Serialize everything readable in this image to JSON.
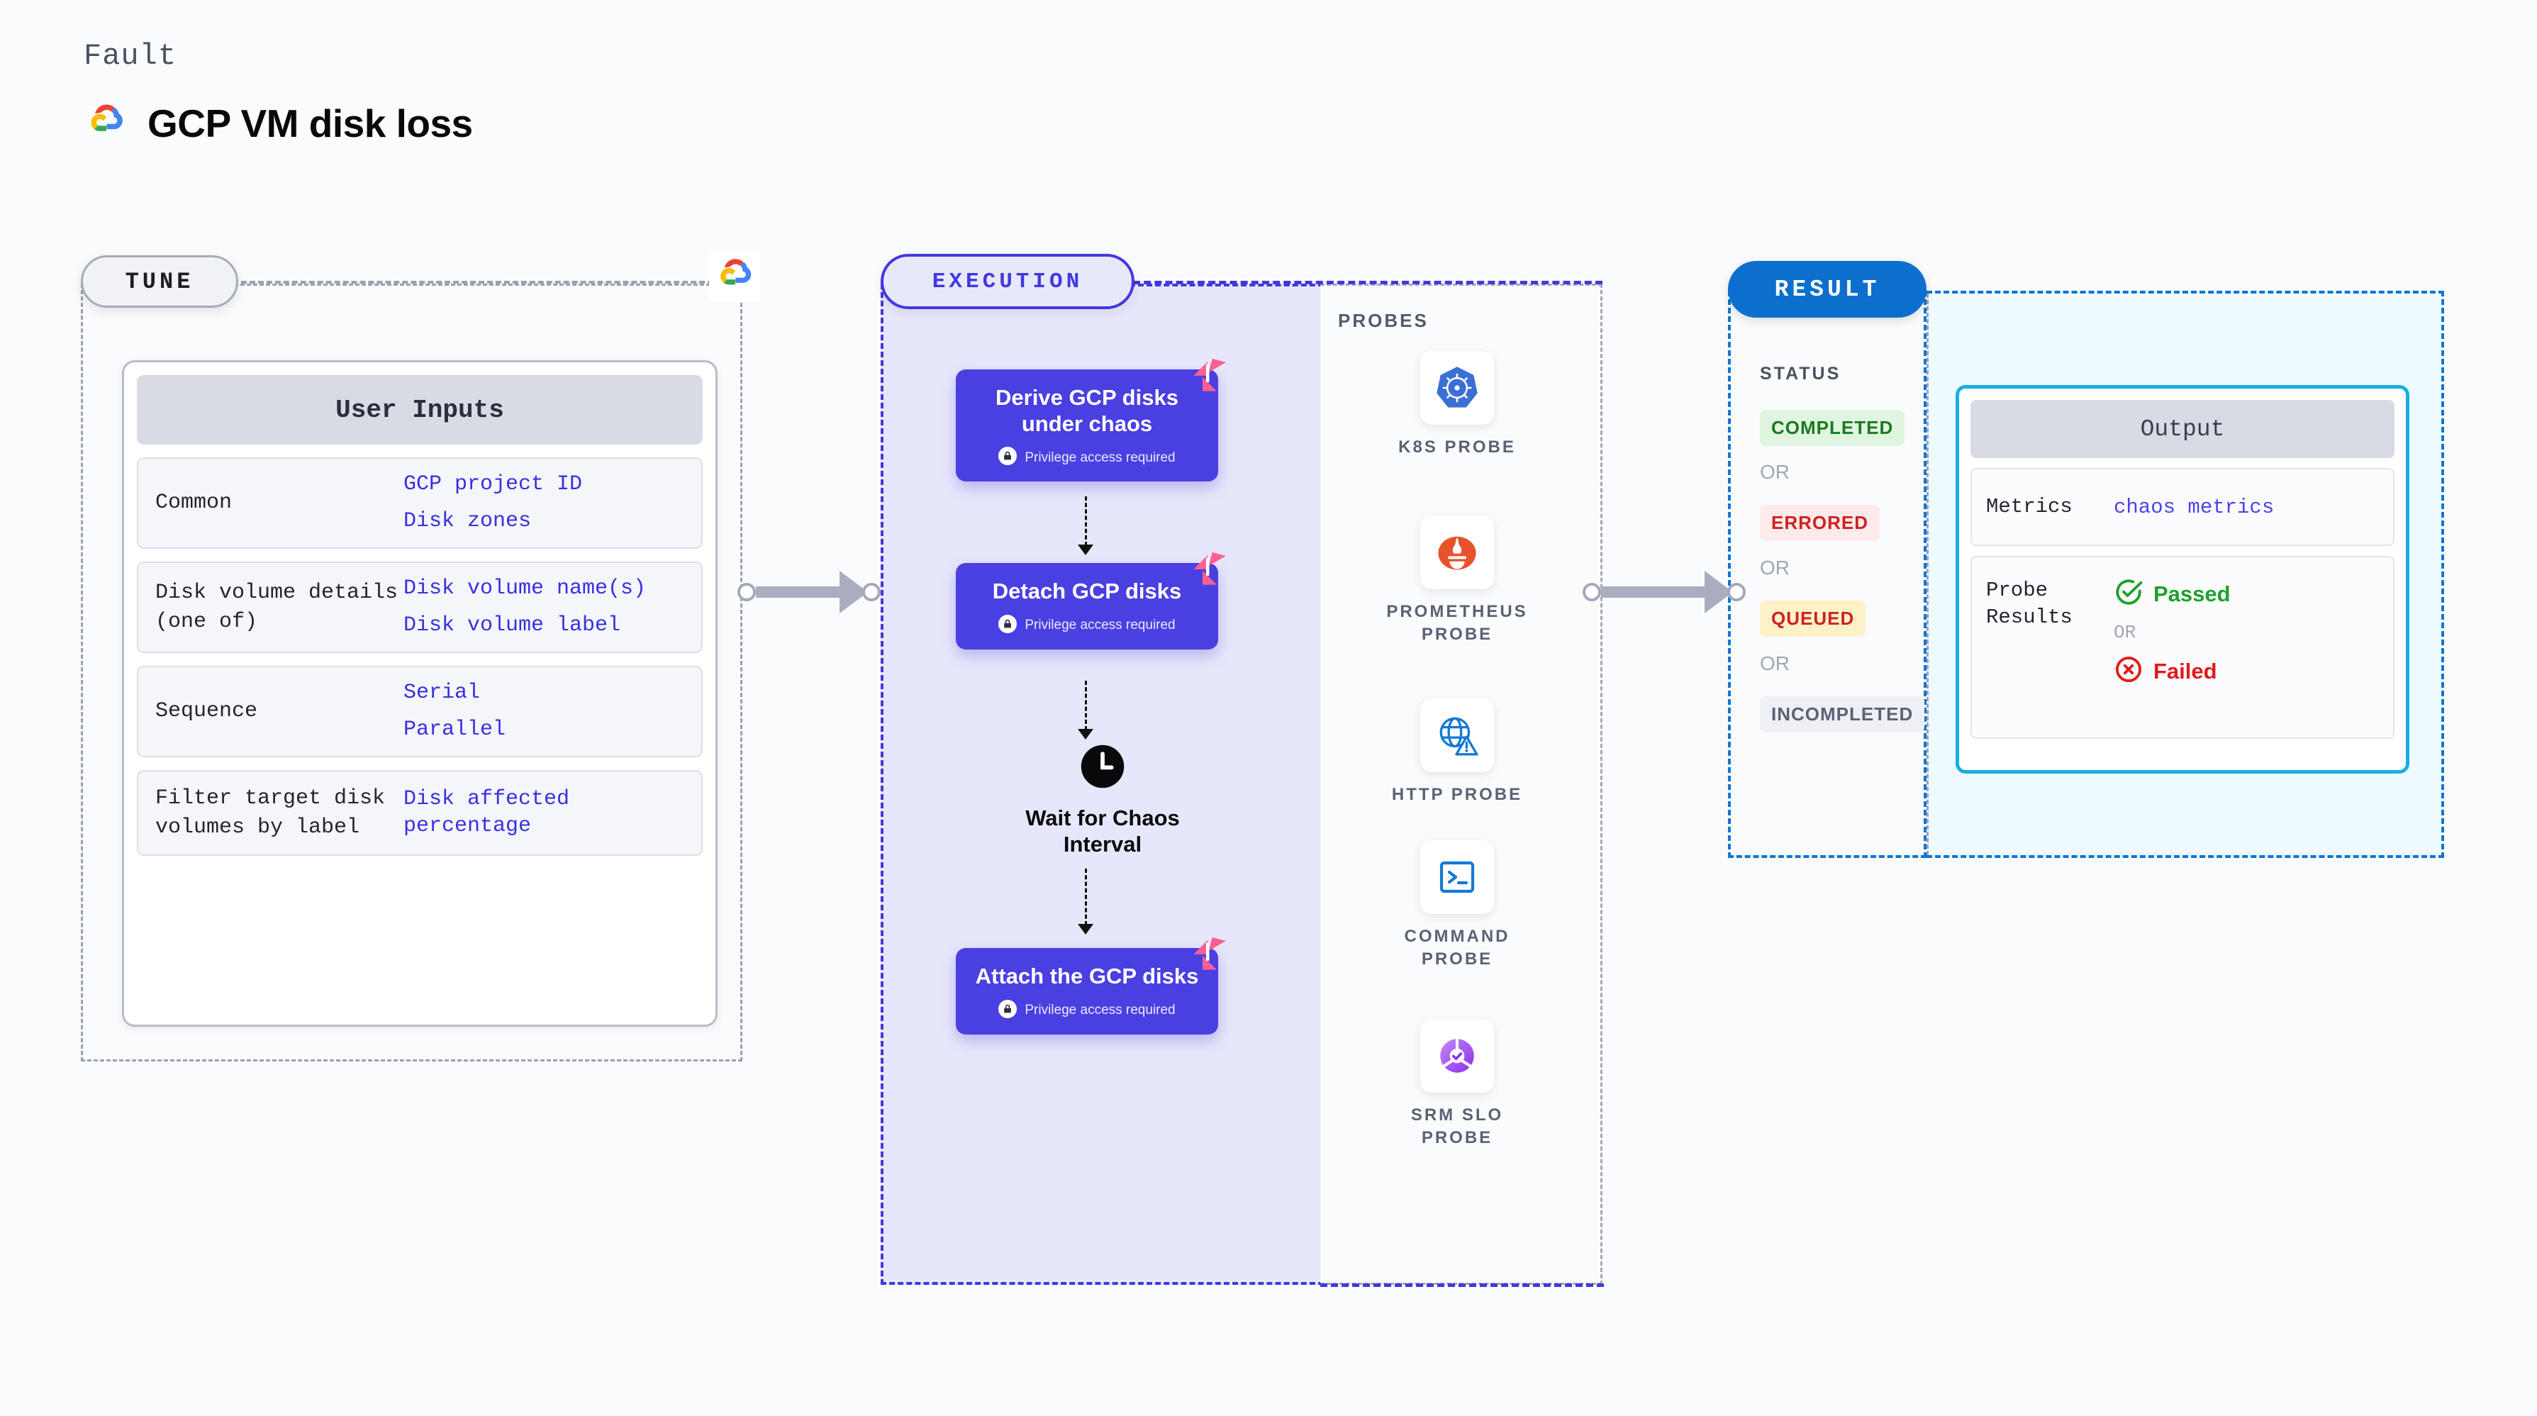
{
  "header": {
    "kicker": "Fault",
    "title": "GCP VM disk loss",
    "logo_icon": "google-cloud-icon"
  },
  "tune": {
    "pill_label": "TUNE",
    "provider_icon": "google-cloud-icon",
    "card_title": "User Inputs",
    "rows": [
      {
        "key": "Common",
        "values": [
          "GCP project ID",
          "Disk zones"
        ]
      },
      {
        "key": "Disk volume details (one of)",
        "values": [
          "Disk volume name(s)",
          "Disk volume label"
        ]
      },
      {
        "key": "Sequence",
        "values": [
          "Serial",
          "Parallel"
        ]
      },
      {
        "key": "Filter target disk volumes by label",
        "values": [
          "Disk affected percentage"
        ]
      }
    ]
  },
  "execution": {
    "pill_label": "EXECUTION",
    "privilege_text": "Privilege access required",
    "lock_icon": "lock-icon",
    "badge_icon": "litmus-chaos-icon",
    "nodes": [
      {
        "title": "Derive GCP disks under chaos",
        "privileged": true
      },
      {
        "title": "Detach GCP disks",
        "privileged": true
      },
      {
        "title": "Attach the GCP disks",
        "privileged": true
      }
    ],
    "wait": {
      "label": "Wait for Chaos Interval",
      "icon": "clock-icon"
    }
  },
  "probes": {
    "title": "PROBES",
    "items": [
      {
        "label": "K8S PROBE",
        "icon": "kubernetes-icon"
      },
      {
        "label": "PROMETHEUS PROBE",
        "icon": "prometheus-icon"
      },
      {
        "label": "HTTP PROBE",
        "icon": "http-globe-warning-icon"
      },
      {
        "label": "COMMAND PROBE",
        "icon": "terminal-icon"
      },
      {
        "label": "SRM SLO PROBE",
        "icon": "srm-slo-icon"
      }
    ]
  },
  "result": {
    "pill_label": "RESULT",
    "status_title": "STATUS",
    "or_label": "OR",
    "statuses": [
      {
        "label": "COMPLETED",
        "bg": "#dff5e0",
        "fg": "#1b7a1f"
      },
      {
        "label": "ERRORED",
        "bg": "#fdeaea",
        "fg": "#cc2222"
      },
      {
        "label": "QUEUED",
        "bg": "#fdf1c8",
        "fg": "#cc2222"
      },
      {
        "label": "INCOMPLETED",
        "bg": "#eef0f5",
        "fg": "#5b6274"
      }
    ],
    "output": {
      "title": "Output",
      "metrics_key": "Metrics",
      "metrics_value": "chaos metrics",
      "probe_results_key": "Probe Results",
      "passed_label": "Passed",
      "failed_label": "Failed",
      "or_label": "OR",
      "passed_icon": "check-circle-icon",
      "failed_icon": "x-circle-icon"
    }
  },
  "colors": {
    "accent_execution": "#4238dd",
    "accent_result": "#0d6fcd",
    "accent_output": "#18aee5",
    "node_blue": "#4a3fe0",
    "badge_pink": "#fb5f93",
    "passed_green": "#1ea12b",
    "failed_red": "#e01b1b"
  }
}
